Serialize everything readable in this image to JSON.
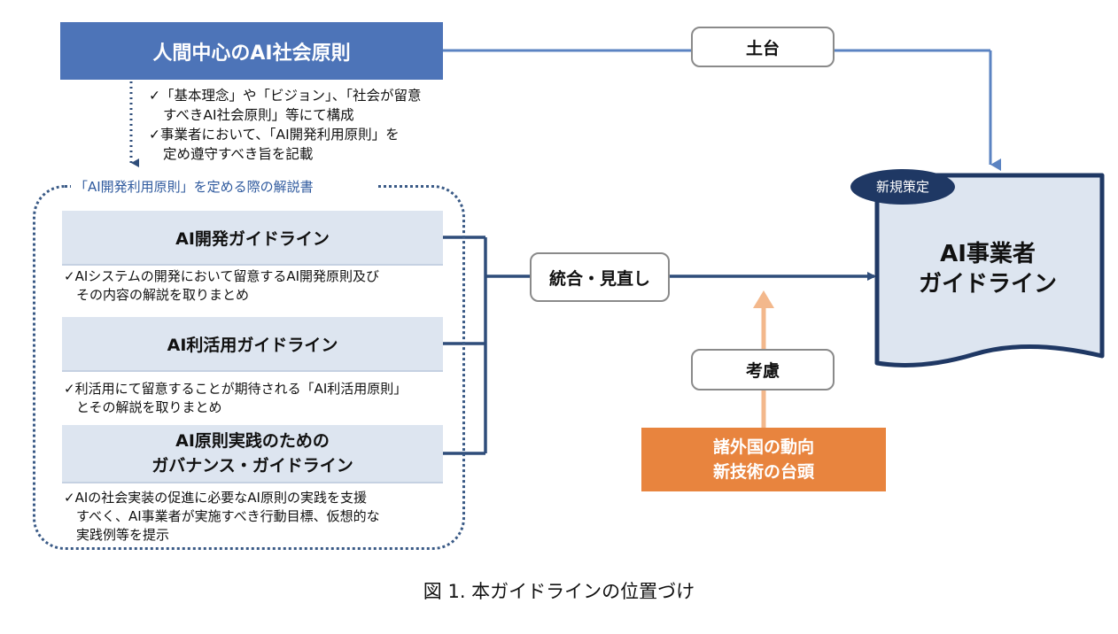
{
  "top_box": {
    "label": "人間中心のAI社会原則"
  },
  "top_bullets": [
    "✓「基本理念」や「ビジョン」、「社会が留意",
    "すべきAI社会原則」等にて構成",
    "✓事業者において、「AI開発利用原則」を",
    "定め遵守すべき旨を記載"
  ],
  "explanation_group": {
    "title": "「AI開発利用原則」を定める際の解説書"
  },
  "guidelines": [
    {
      "title_lines": [
        "AI開発ガイドライン"
      ],
      "desc_lines": [
        "✓AIシステムの開発において留意するAI開発原則及び",
        "その内容の解説を取りまとめ"
      ]
    },
    {
      "title_lines": [
        "AI利活用ガイドライン"
      ],
      "desc_lines": [
        "✓利活用にて留意することが期待される「AI利活用原則」",
        "とその解説を取りまとめ"
      ]
    },
    {
      "title_lines": [
        "AI原則実践のための",
        "ガバナンス・ガイドライン"
      ],
      "desc_lines": [
        "✓AIの社会実装の促進に必要なAI原則の実践を支援",
        "すべく、AI事業者が実施すべき行動目標、仮想的な",
        "実践例等を提示"
      ]
    }
  ],
  "labels": {
    "foundation": "土台",
    "integration": "統合・見直し",
    "consideration": "考慮"
  },
  "external_box": {
    "lines": [
      "諸外国の動向",
      "新技術の台頭"
    ]
  },
  "output_doc": {
    "badge": "新規策定",
    "title_lines": [
      "AI事業者",
      "ガイドライン"
    ]
  },
  "caption": "図 1. 本ガイドラインの位置づけ",
  "colors": {
    "primary_blue": "#4d74b8",
    "dark_navy": "#1f3864",
    "light_blue_fill": "#dde5f0",
    "orange": "#e8843e",
    "connector": "#3a5a86"
  }
}
